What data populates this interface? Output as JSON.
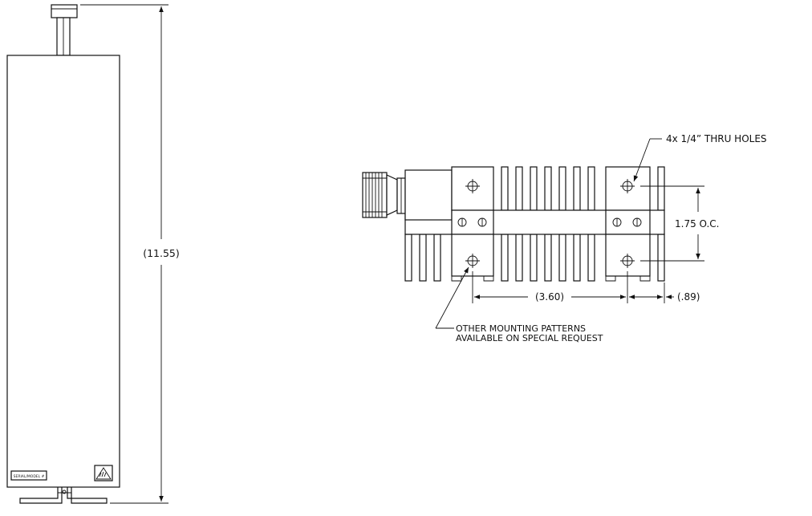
{
  "drawing": {
    "side_view": {
      "overall_height_label": "(11.55)",
      "label_plate_text": "SERIAL/MODEL #"
    },
    "top_view": {
      "holes_note": "4x 1/4” THRU HOLES",
      "hole_spacing_label": "1.75 O.C.",
      "hole_pitch_label": "(3.60)",
      "end_offset_label": "(.89)",
      "mounting_note_line1": "OTHER MOUNTING PATTERNS",
      "mounting_note_line2": "AVAILABLE ON SPECIAL REQUEST"
    }
  }
}
